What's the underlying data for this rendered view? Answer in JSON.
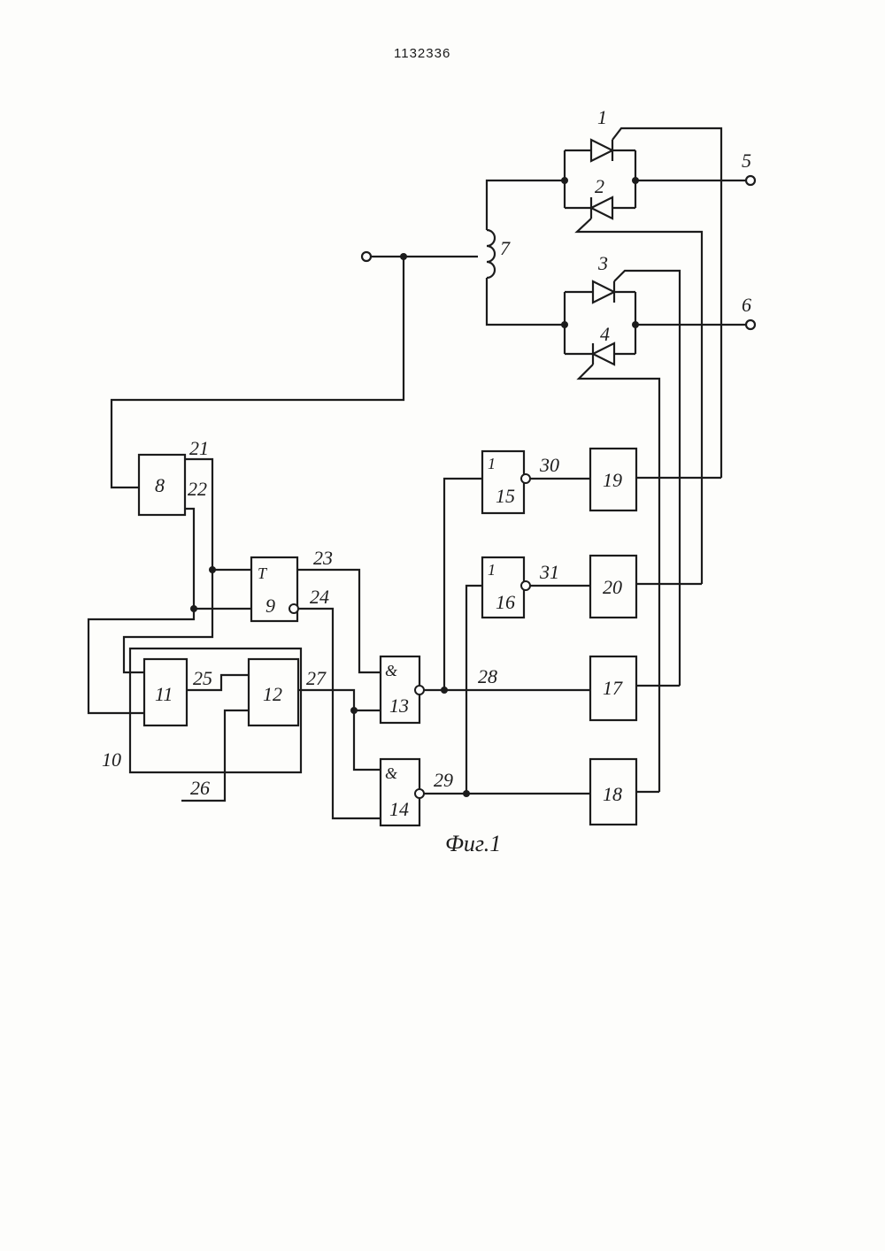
{
  "header": {
    "patent_number": "1132336"
  },
  "caption": "Фиг.1",
  "components": {
    "thyristors": [
      "1",
      "2",
      "3",
      "4"
    ],
    "terminals": [
      "5",
      "6"
    ],
    "inductor": "7",
    "blocks": {
      "b8": "8",
      "b9": "9",
      "b9_type": "T",
      "b10": "10",
      "b11": "11",
      "b12": "12",
      "b13": "13",
      "b13_type": "&",
      "b14": "14",
      "b14_type": "&",
      "b15": "15",
      "b15_type": "1",
      "b16": "16",
      "b16_type": "1",
      "b17": "17",
      "b18": "18",
      "b19": "19",
      "b20": "20"
    },
    "nets": [
      "21",
      "22",
      "23",
      "24",
      "25",
      "26",
      "27",
      "28",
      "29",
      "30",
      "31"
    ]
  }
}
